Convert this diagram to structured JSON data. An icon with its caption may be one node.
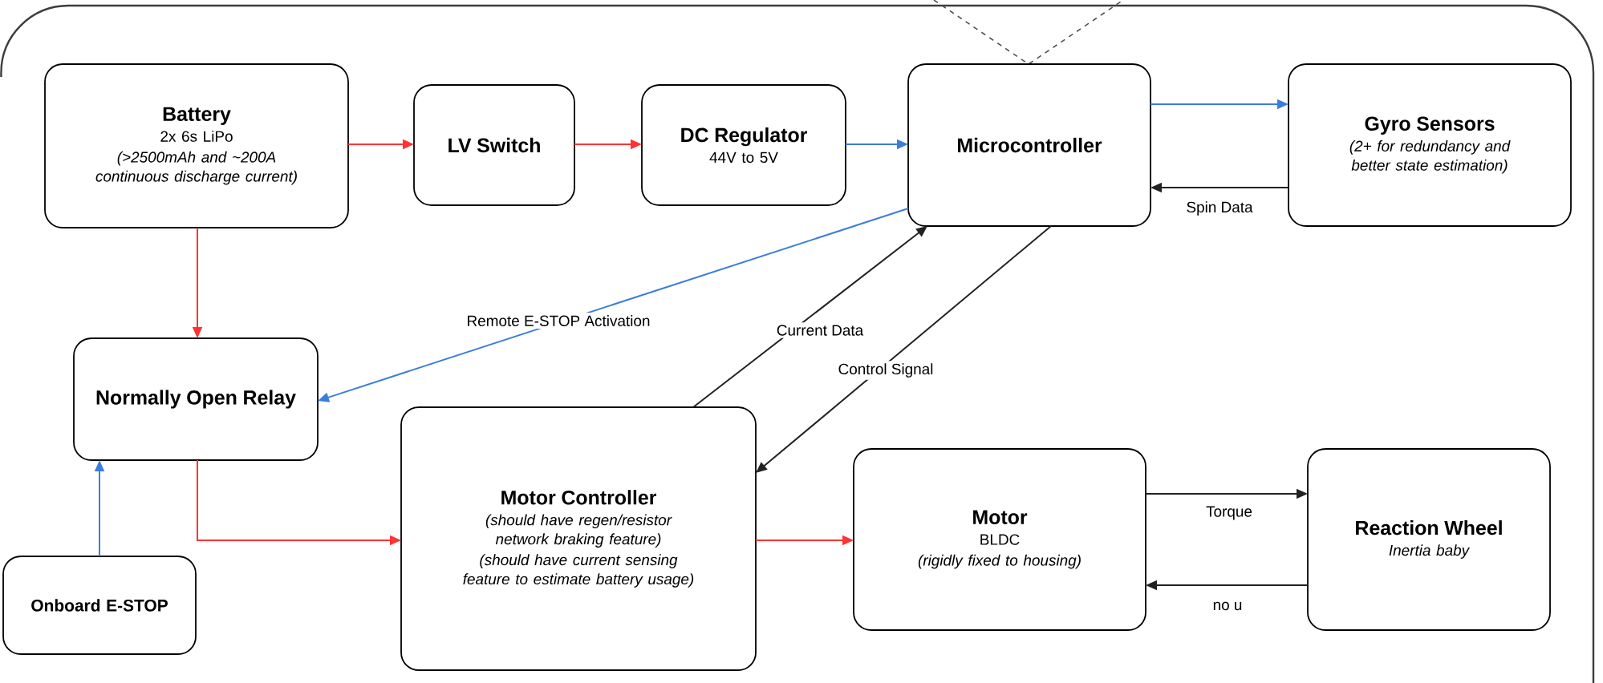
{
  "diagram": {
    "nodes": [
      {
        "text": [
          "Battery",
          "2x 6s LiPo",
          "(>2500mAh and ~200A continuous discharge current)"
        ]
      },
      {
        "text": [
          "LV Switch"
        ]
      },
      {
        "text": [
          "DC Regulator",
          "44V to 5V"
        ]
      },
      {
        "text": [
          "Microcontroller"
        ]
      },
      {
        "text": [
          "Gyro Sensors",
          "(2+ for redundancy and better state estimation)"
        ]
      },
      {
        "text": [
          "Normally Open Relay"
        ]
      },
      {
        "text": [
          "Onboard E-STOP"
        ]
      },
      {
        "text": [
          "Motor Controller",
          "(should have regen/resistor network braking feature)",
          "(should have current sensing feature to estimate battery usage)"
        ]
      },
      {
        "text": [
          "Motor",
          "BLDC",
          "(rigidly fixed to housing)"
        ]
      },
      {
        "text": [
          "Reaction Wheel",
          "Inertia baby"
        ]
      }
    ],
    "edges": [
      {
        "from": 0,
        "to": 1,
        "arrow": "to",
        "color": "#ff3333"
      },
      {
        "from": 1,
        "to": 2,
        "arrow": "to",
        "color": "#ff3333"
      },
      {
        "from": 2,
        "to": 3,
        "arrow": "to",
        "color": "#3b7ddd"
      },
      {
        "from": 3,
        "to": 4,
        "arrow": "to",
        "color": "#3b7ddd"
      },
      {
        "from": 4,
        "to": 3,
        "arrow": "to",
        "label": "Spin Data",
        "color": "#222222"
      },
      {
        "from": 0,
        "to": 5,
        "arrow": "to",
        "color": "#ff3333"
      },
      {
        "from": 3,
        "to": 5,
        "arrow": "to",
        "label": "Remote E-STOP Activation",
        "color": "#3b7ddd"
      },
      {
        "from": 7,
        "to": 3,
        "arrow": "to",
        "label": "Current Data",
        "color": "#222222"
      },
      {
        "from": 3,
        "to": 7,
        "arrow": "to",
        "label": "Control Signal",
        "color": "#222222"
      },
      {
        "from": 6,
        "to": 5,
        "arrow": "to",
        "color": "#3b7ddd"
      },
      {
        "from": 5,
        "to": 7,
        "arrow": "to",
        "color": "#ff3333"
      },
      {
        "from": 7,
        "to": 8,
        "arrow": "to",
        "color": "#ff3333"
      },
      {
        "from": 8,
        "to": 9,
        "arrow": "to",
        "label": "Torque",
        "color": "#222222"
      },
      {
        "from": 9,
        "to": 8,
        "arrow": "to",
        "label": "no u",
        "color": "#222222"
      }
    ]
  }
}
